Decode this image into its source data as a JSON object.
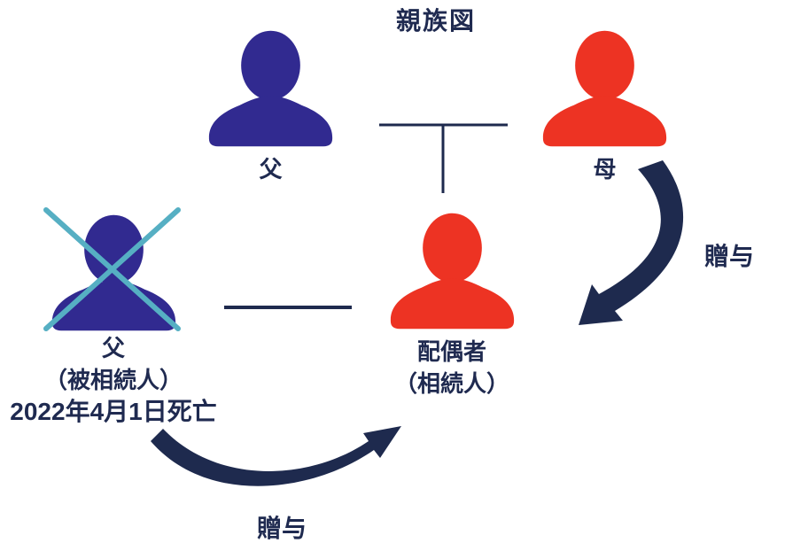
{
  "title": "親族図",
  "colors": {
    "indigo": "#312A90",
    "red": "#ED3323",
    "navy": "#1E2A4E",
    "teal": "#56AFC3"
  },
  "nodes": {
    "father_top": {
      "label": "父"
    },
    "mother_top": {
      "label": "母"
    },
    "father_deceased": {
      "label": "父",
      "sublabel": "（被相続人）",
      "death_note": "2022年4月1日死亡"
    },
    "spouse": {
      "label": "配偶者",
      "sublabel": "（相続人）"
    }
  },
  "arrows": {
    "gift_from_mother": {
      "label": "贈与"
    },
    "gift_from_father": {
      "label": "贈与"
    }
  }
}
